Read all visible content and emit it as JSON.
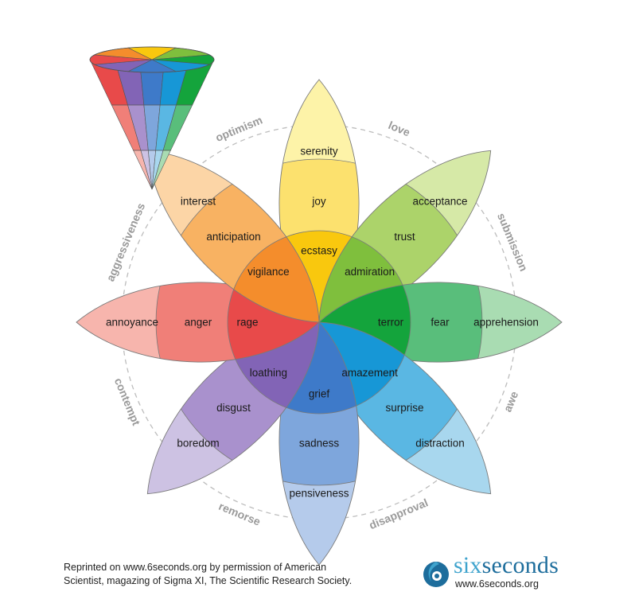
{
  "petals": [
    {
      "key": "joy",
      "outer": "serenity",
      "middle": "joy",
      "inner": "ecstasy",
      "colors": {
        "outer": "#fdf3a8",
        "middle": "#fce16e",
        "inner": "#f9c80e"
      }
    },
    {
      "key": "trust",
      "outer": "acceptance",
      "middle": "trust",
      "inner": "admiration",
      "colors": {
        "outer": "#d6e9a7",
        "middle": "#acd36a",
        "inner": "#7fbf3d"
      }
    },
    {
      "key": "fear",
      "outer": "apprehension",
      "middle": "fear",
      "inner": "terror",
      "colors": {
        "outer": "#a9dcb2",
        "middle": "#59be7b",
        "inner": "#14a43c"
      }
    },
    {
      "key": "surprise",
      "outer": "distraction",
      "middle": "surprise",
      "inner": "amazement",
      "colors": {
        "outer": "#a8d7ee",
        "middle": "#5ab7e3",
        "inner": "#1797d6"
      }
    },
    {
      "key": "sadness",
      "outer": "pensiveness",
      "middle": "sadness",
      "inner": "grief",
      "colors": {
        "outer": "#b5cbeb",
        "middle": "#7ea6dc",
        "inner": "#3e7ac9"
      }
    },
    {
      "key": "disgust",
      "outer": "boredom",
      "middle": "disgust",
      "inner": "loathing",
      "colors": {
        "outer": "#cdc2e3",
        "middle": "#a991cd",
        "inner": "#8264b6"
      }
    },
    {
      "key": "anger",
      "outer": "annoyance",
      "middle": "anger",
      "inner": "rage",
      "colors": {
        "outer": "#f7b5ad",
        "middle": "#f07f78",
        "inner": "#e84a4a"
      }
    },
    {
      "key": "anticipation",
      "outer": "interest",
      "middle": "anticipation",
      "inner": "vigilance",
      "colors": {
        "outer": "#fcd5a6",
        "middle": "#f8b262",
        "inner": "#f48d2c"
      }
    }
  ],
  "dyads": [
    "love",
    "submission",
    "awe",
    "disapproval",
    "remorse",
    "contempt",
    "aggressiveness",
    "optimism"
  ],
  "credit": {
    "line1": "Reprinted on www.6seconds.org by permission of American",
    "line2": "Scientist, magazing of Sigma XI, The Scientific Research Society."
  },
  "logo": {
    "name_light": "six",
    "name_dark": "seconds",
    "url": "www.6seconds.org"
  },
  "colors": {
    "dyad_text": "#9a9a9a",
    "circle": "#bdbdbd",
    "logo_light": "#3ea3cd",
    "logo_dark": "#1d6d9c"
  }
}
